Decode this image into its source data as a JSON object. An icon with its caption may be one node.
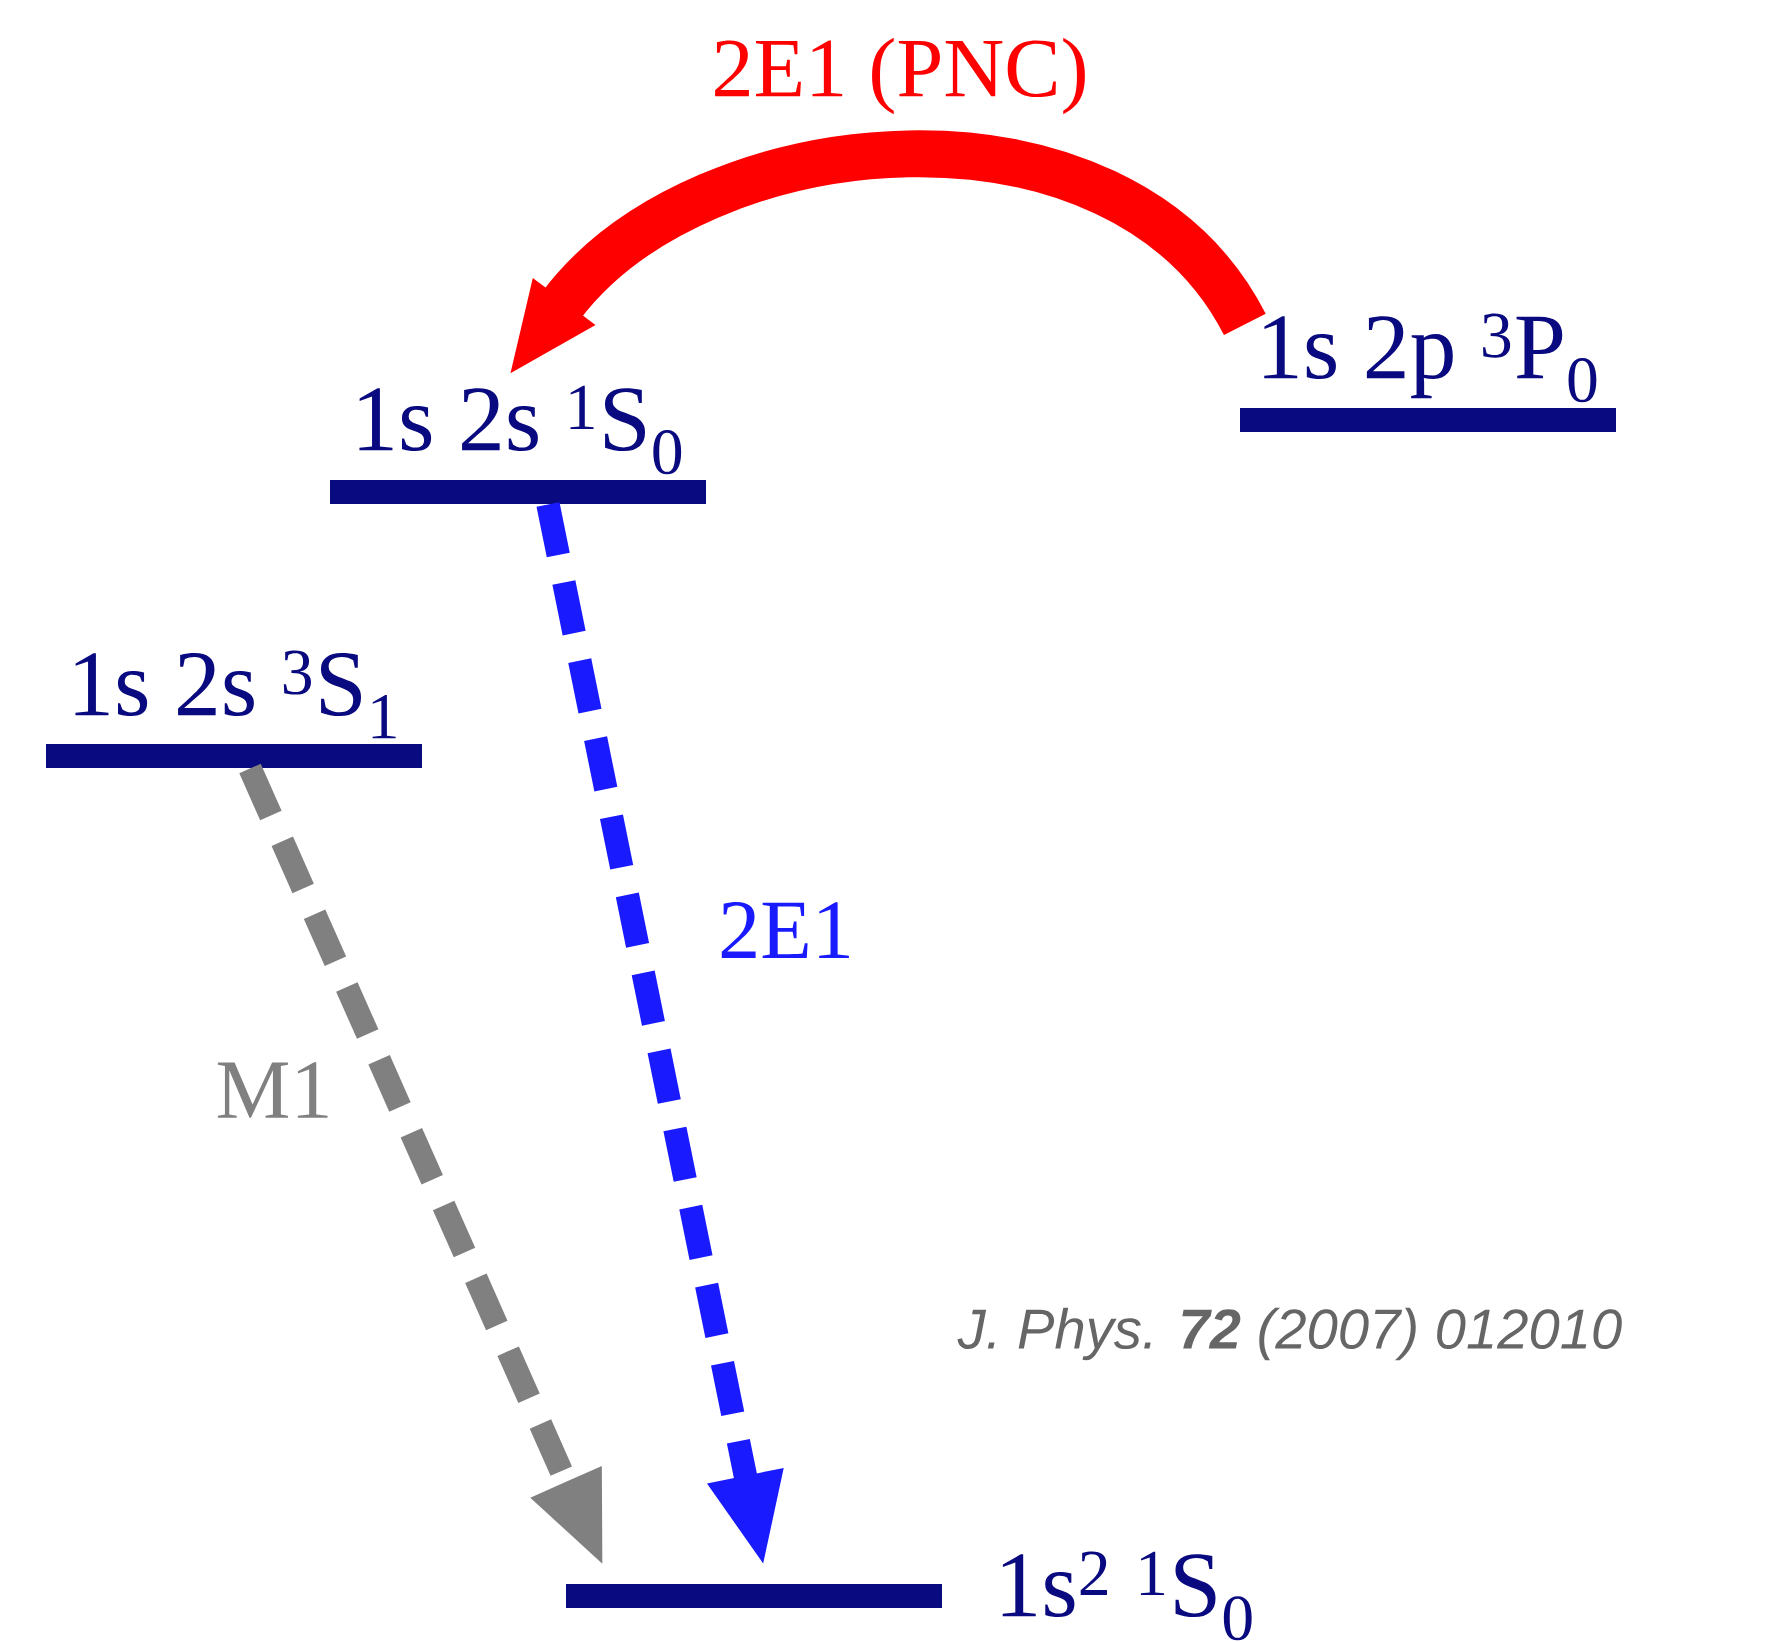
{
  "diagram": {
    "nodes": [
      {
        "text": [
          "1s 2p $^{3}$P$_{0}$"
        ]
      },
      {
        "text": [
          "1s 2s $^{1}$S$_{0}$"
        ]
      },
      {
        "text": [
          "1s 2s $^{3}$S$_{1}$"
        ]
      },
      {
        "text": [
          "1s$^{2}$ $^{1}$S$_{0}$"
        ]
      }
    ],
    "edges": [
      {
        "from": 0,
        "to": 1,
        "arrow": "to",
        "label": "2E1 (PNC)",
        "style": "thick",
        "color": "#ff0000"
      },
      {
        "from": 1,
        "to": 3,
        "arrow": "to",
        "label": "2E1",
        "style": "dashed",
        "color": "#1a1aff"
      },
      {
        "from": 2,
        "to": 3,
        "arrow": "to",
        "label": "M1",
        "style": "dashed",
        "color": "#808080"
      }
    ],
    "labels": [
      "J. Phys. **72** (2007) 012010"
    ]
  }
}
